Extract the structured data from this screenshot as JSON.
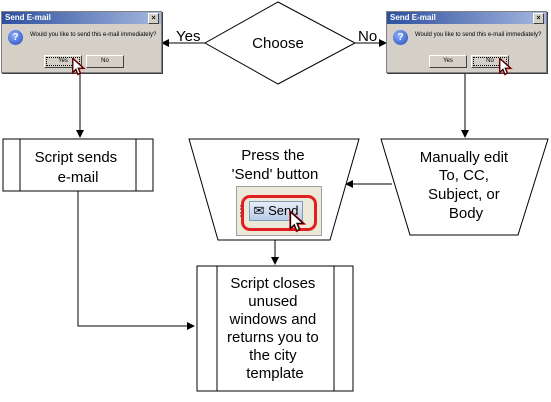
{
  "diagram": {
    "decision": {
      "label": "Choose",
      "yes_label": "Yes",
      "no_label": "No"
    },
    "script_sends": [
      "Script sends",
      "e-mail"
    ],
    "press_send": [
      "Press the",
      "'Send' button"
    ],
    "manual_edit": [
      "Manually edit",
      "To, CC,",
      "Subject, or",
      "Body"
    ],
    "script_closes": [
      "Script closes",
      "unused",
      "windows and",
      "returns you to",
      "the city",
      "template"
    ]
  },
  "dialog_left": {
    "title": "Send E-mail",
    "message": "Would you like to send this e-mail immediately?",
    "yes_button": "Yes",
    "no_button": "No",
    "selected": "Yes",
    "icon": "question-icon"
  },
  "dialog_right": {
    "title": "Send E-mail",
    "message": "Would you like to send this e-mail immediately?",
    "yes_button": "Yes",
    "no_button": "No",
    "selected": "No",
    "icon": "question-icon"
  },
  "send_screenshot": {
    "button_label": "Send",
    "icon": "send-icon"
  },
  "colors": {
    "highlight_ring": "#e02020",
    "dialog_title": "#2d4f9e"
  }
}
